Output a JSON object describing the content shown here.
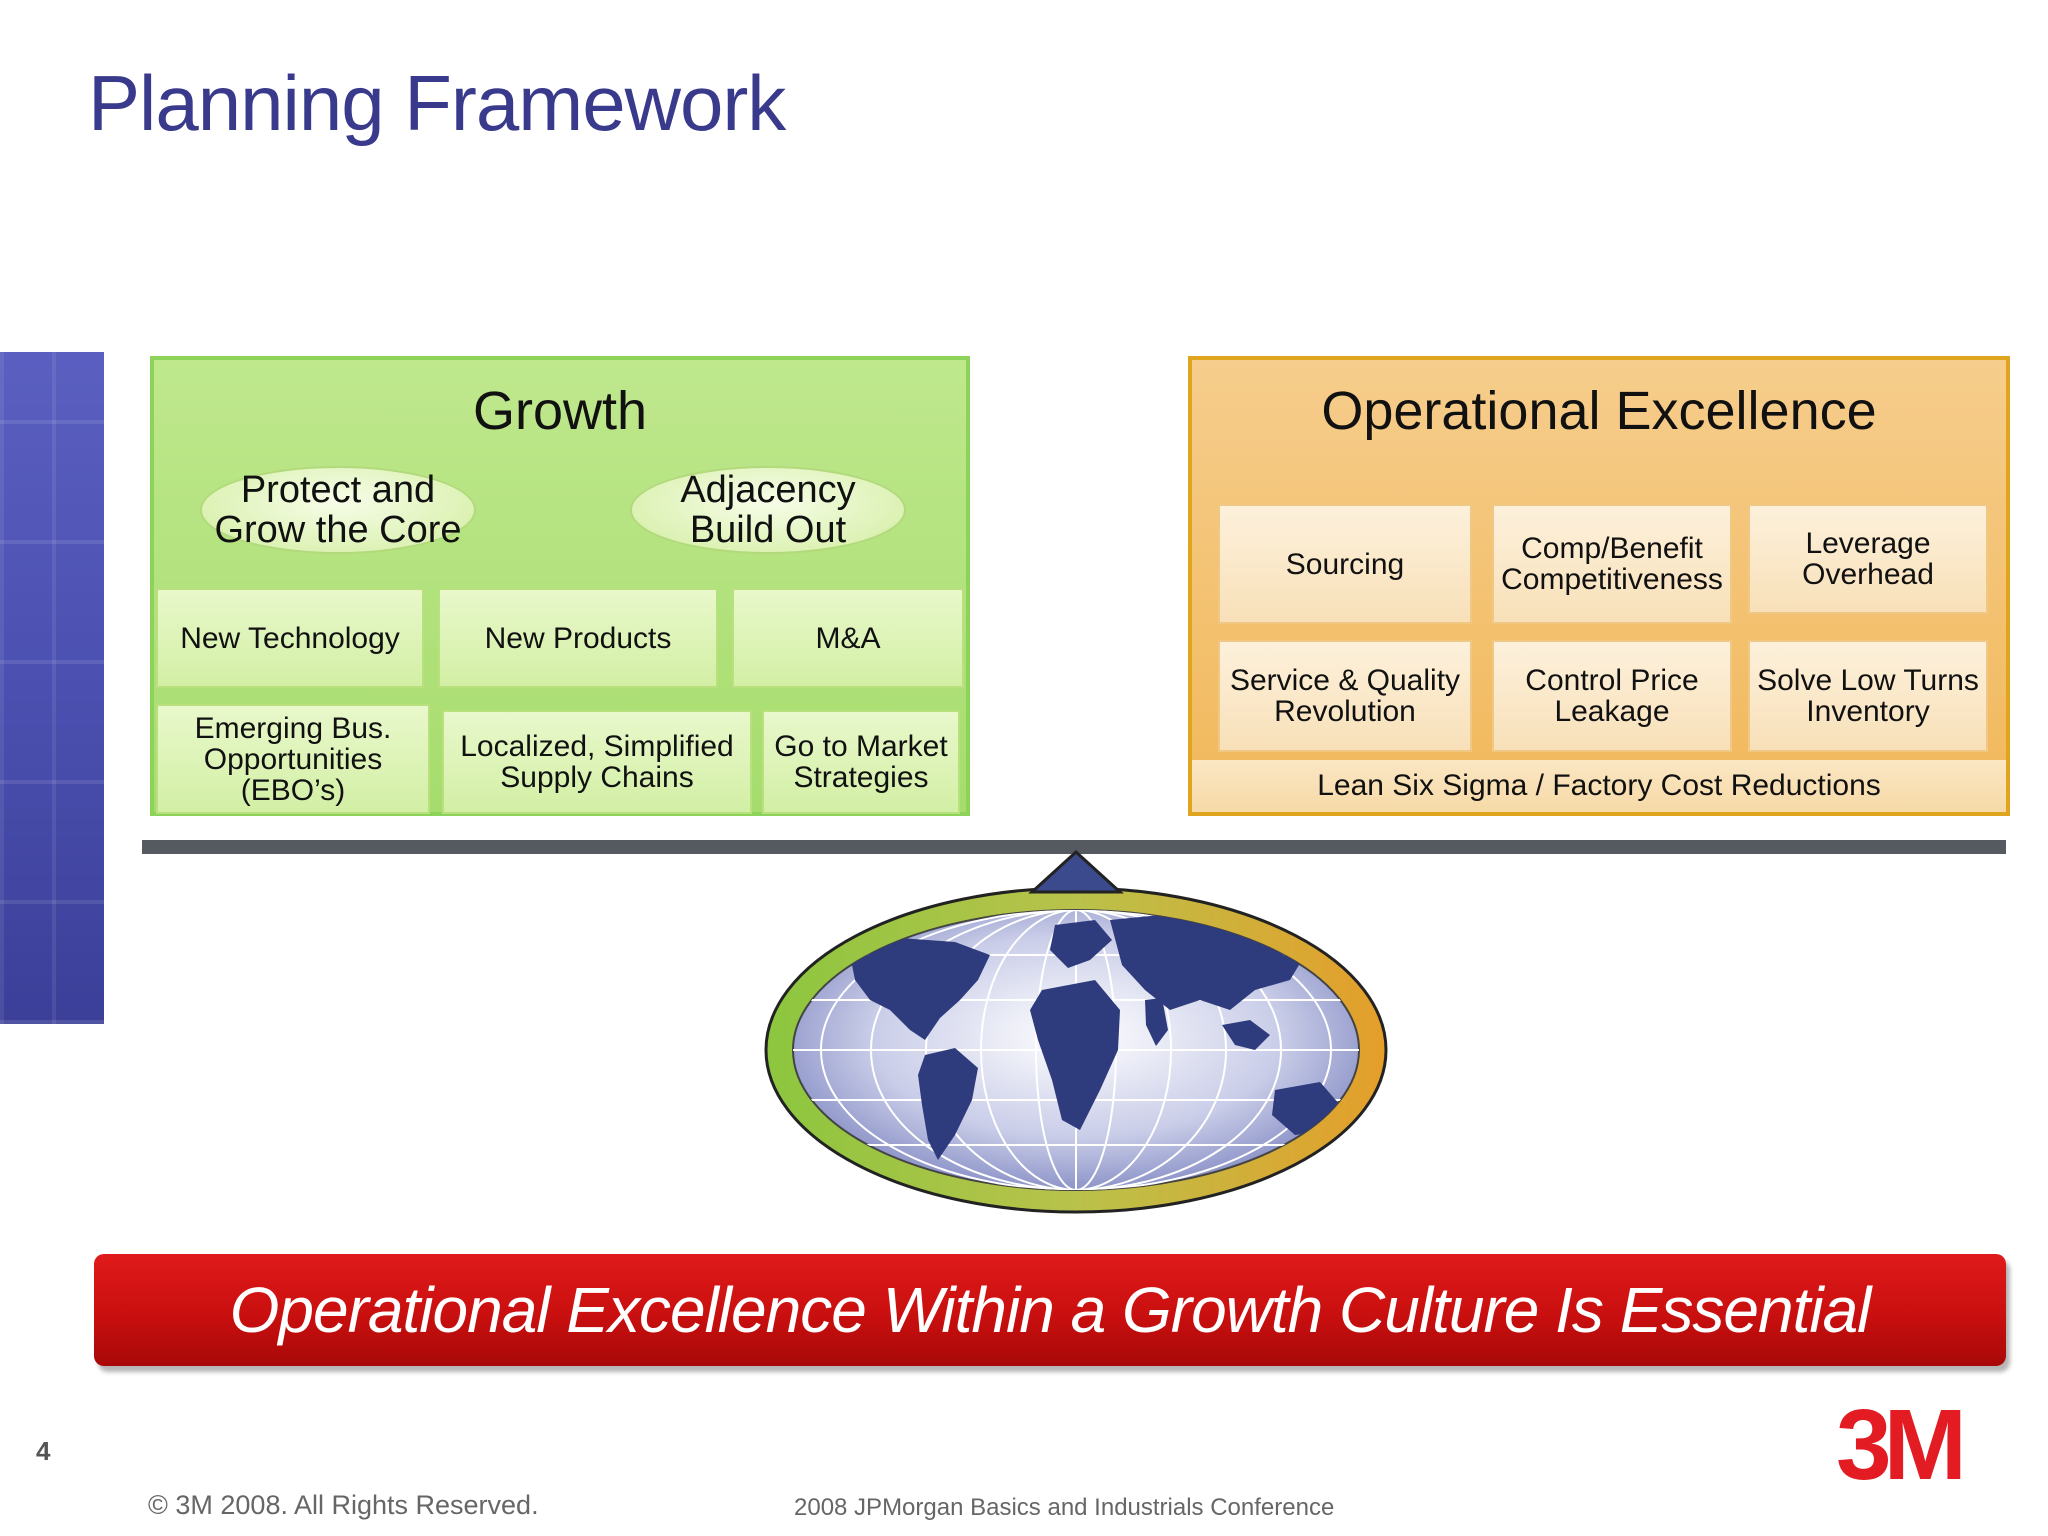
{
  "title": "Planning Framework",
  "growth": {
    "title": "Growth",
    "ovals": [
      "Protect and\nGrow the Core",
      "Adjacency\nBuild Out"
    ],
    "row1": [
      "New Technology",
      "New Products",
      "M&A"
    ],
    "row2": [
      "Emerging Bus.\nOpportunities\n(EBO’s)",
      "Localized, Simplified\nSupply Chains",
      "Go to Market\nStrategies"
    ]
  },
  "opex": {
    "title": "Operational Excellence",
    "row1": [
      "Sourcing",
      "Comp/Benefit\nCompetitiveness",
      "Leverage\nOverhead"
    ],
    "row2": [
      "Service & Quality\nRevolution",
      "Control Price\nLeakage",
      "Solve Low Turns\nInventory"
    ],
    "lean": "Lean Six Sigma / Factory Cost Reductions"
  },
  "banner": "Operational Excellence Within a Growth Culture Is Essential",
  "footer": {
    "page_number": "4",
    "copyright": "© 3M 2008.  All Rights Reserved.",
    "conference": "2008 JPMorgan Basics and Industrials Conference",
    "logo": "3M"
  },
  "colors": {
    "title": "#3a3a8c",
    "growth_border": "#8dd35a",
    "opex_border": "#e0a51f",
    "banner_red": "#c90f0f",
    "logo_red": "#e31b23"
  }
}
